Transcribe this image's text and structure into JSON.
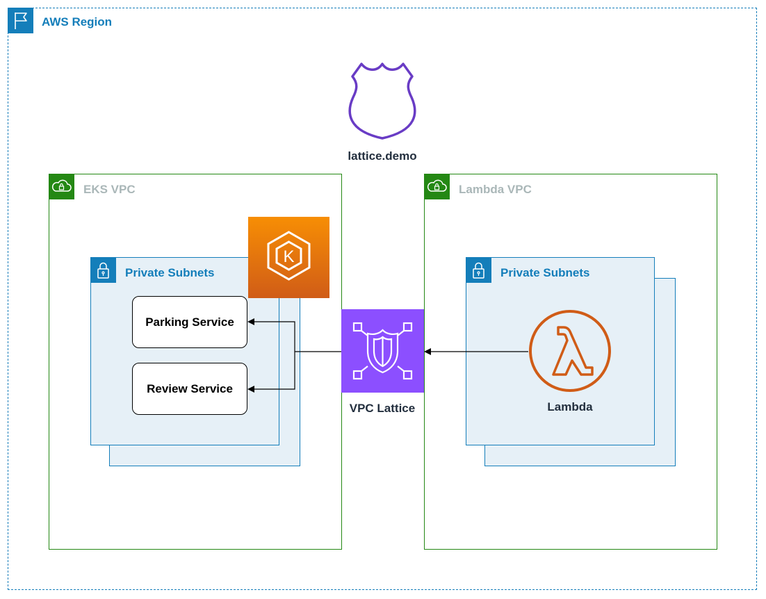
{
  "region": {
    "label": "AWS Region",
    "color": "#147EBA",
    "icon": "region-flag-icon"
  },
  "domain": {
    "label": "lattice.demo",
    "icon": "route53-shield-icon",
    "color": "#693CC5"
  },
  "eks_vpc": {
    "label": "EKS VPC",
    "icon": "vpc-cloud-lock-icon",
    "color": "#248814",
    "subnet": {
      "label": "Private Subnets",
      "icon": "padlock-icon"
    },
    "cluster_icon": "eks-kubernetes-icon",
    "services": [
      {
        "label": "Parking Service"
      },
      {
        "label": "Review Service"
      }
    ]
  },
  "lattice": {
    "label": "VPC Lattice",
    "icon": "vpc-lattice-icon",
    "color": "#8C4FFF"
  },
  "lambda_vpc": {
    "label": "Lambda VPC",
    "icon": "vpc-cloud-lock-icon",
    "subnet": {
      "label": "Private Subnets",
      "icon": "padlock-icon"
    },
    "function": {
      "label": "Lambda",
      "icon": "lambda-icon",
      "color": "#D05C17"
    }
  }
}
